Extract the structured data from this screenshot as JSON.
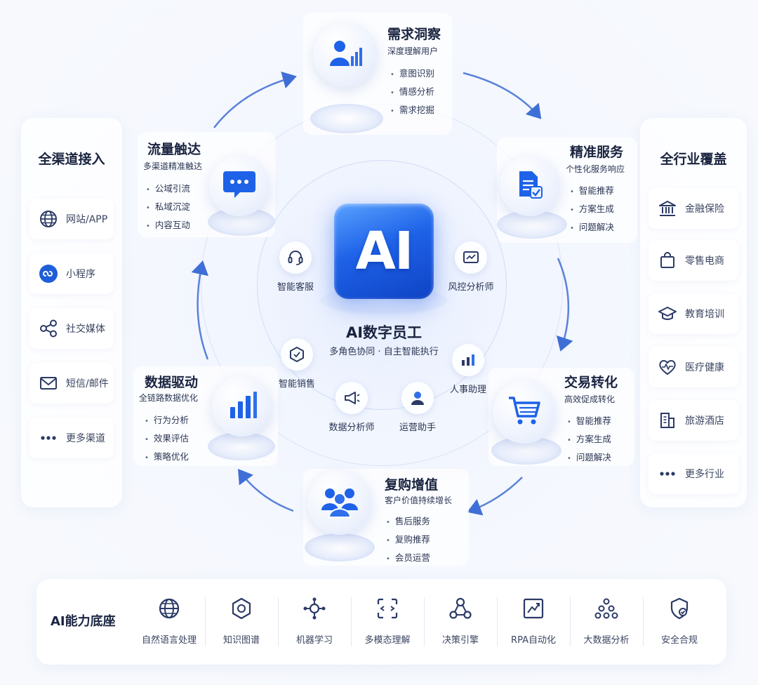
{
  "left_panel": {
    "title": "全渠道接入",
    "items": [
      {
        "label": "网站/APP",
        "icon": "globe-icon"
      },
      {
        "label": "小程序",
        "icon": "mini-program-icon"
      },
      {
        "label": "社交媒体",
        "icon": "share-icon"
      },
      {
        "label": "短信/邮件",
        "icon": "mail-icon"
      },
      {
        "label": "更多渠道",
        "icon": "more-icon"
      }
    ]
  },
  "right_panel": {
    "title": "全行业覆盖",
    "items": [
      {
        "label": "金融保险",
        "icon": "bank-icon"
      },
      {
        "label": "零售电商",
        "icon": "shopping-bag-icon"
      },
      {
        "label": "教育培训",
        "icon": "graduation-cap-icon"
      },
      {
        "label": "医疗健康",
        "icon": "heart-pulse-icon"
      },
      {
        "label": "旅游酒店",
        "icon": "building-icon"
      },
      {
        "label": "更多行业",
        "icon": "more-icon"
      }
    ]
  },
  "center": {
    "badge": "AI",
    "title": "AI数字员工",
    "subtitle": "多角色协同 · 自主智能执行"
  },
  "roles": [
    {
      "label": "智能客服",
      "icon": "headset-icon"
    },
    {
      "label": "风控分析师",
      "icon": "monitor-alert-icon"
    },
    {
      "label": "智能销售",
      "icon": "sales-tag-icon"
    },
    {
      "label": "人事助理",
      "icon": "bar-chart-icon"
    },
    {
      "label": "数据分析师",
      "icon": "megaphone-icon"
    },
    {
      "label": "运营助手",
      "icon": "user-icon"
    }
  ],
  "stages": {
    "demand": {
      "title": "需求洞察",
      "subtitle": "深度理解用户",
      "points": [
        "意图识别",
        "情感分析",
        "需求挖掘"
      ]
    },
    "service": {
      "title": "精准服务",
      "subtitle": "个性化服务响应",
      "points": [
        "智能推荐",
        "方案生成",
        "问题解决"
      ]
    },
    "conversion": {
      "title": "交易转化",
      "subtitle": "高效促成转化",
      "points": [
        "智能推荐",
        "方案生成",
        "问题解决"
      ]
    },
    "repurchase": {
      "title": "复购增值",
      "subtitle": "客户价值持续增长",
      "points": [
        "售后服务",
        "复购推荐",
        "会员运营"
      ]
    },
    "data": {
      "title": "数据驱动",
      "subtitle": "全链路数据优化",
      "points": [
        "行为分析",
        "效果评估",
        "策略优化"
      ]
    },
    "traffic": {
      "title": "流量触达",
      "subtitle": "多渠道精准触达",
      "points": [
        "公域引流",
        "私域沉淀",
        "内容互动"
      ]
    }
  },
  "bottom": {
    "title": "AI能力底座",
    "capabilities": [
      {
        "label": "自然语言处理",
        "icon": "globe-icon"
      },
      {
        "label": "知识图谱",
        "icon": "hexagon-icon"
      },
      {
        "label": "机器学习",
        "icon": "network-icon"
      },
      {
        "label": "多模态理解",
        "icon": "scan-icon"
      },
      {
        "label": "决策引擎",
        "icon": "hierarchy-icon"
      },
      {
        "label": "RPA自动化",
        "icon": "trend-box-icon"
      },
      {
        "label": "大数据分析",
        "icon": "cluster-icon"
      },
      {
        "label": "安全合规",
        "icon": "shield-icon"
      }
    ]
  },
  "colors": {
    "accent": "#1e62e8",
    "icon": "#2f6fea",
    "text": "#1a2440"
  }
}
